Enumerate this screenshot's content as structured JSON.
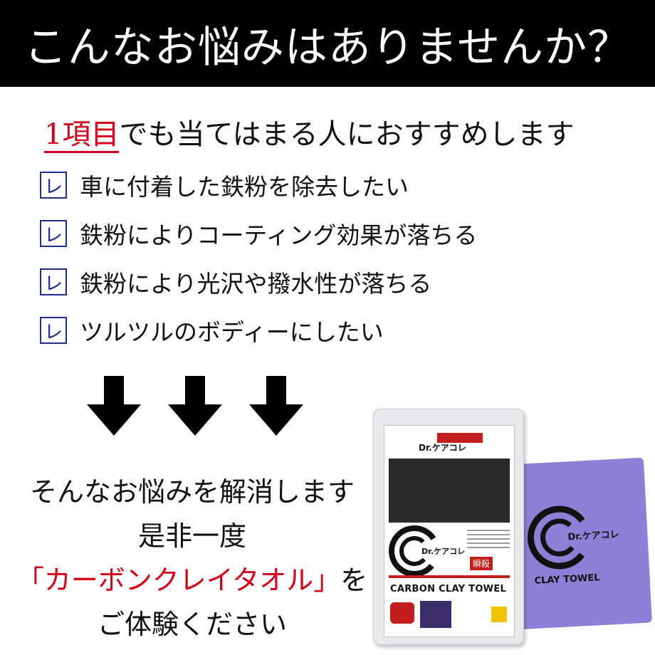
{
  "banner": {
    "title": "こんなお悩みはありませんか？"
  },
  "lead": {
    "highlight": "1項目",
    "rest": "でも当てはまる人におすすめします"
  },
  "checklist": {
    "mark": "レ",
    "items": [
      "車に付着した鉄粉を除去したい",
      "鉄粉によりコーティング効果が落ちる",
      "鉄粉により光沢や撥水性が落ちる",
      "ツルツルのボディーにしたい"
    ]
  },
  "solution": {
    "line1": "そんなお悩みを解消します",
    "line2": "是非一度",
    "product": "「カーボンクレイタオル」",
    "product_suffix": "を",
    "line4": "ご体験ください"
  },
  "package": {
    "brand": "Dr.ケアコレ",
    "title": "CARBON CLAY TOWEL",
    "badge": "瞬殺"
  },
  "cloth": {
    "brand": "Dr.ケアコレ",
    "label": "CLAY TOWEL"
  },
  "colors": {
    "accent_red": "#d2001a",
    "check_blue": "#1c2e8a",
    "cloth_purple": "#8d80d6"
  }
}
